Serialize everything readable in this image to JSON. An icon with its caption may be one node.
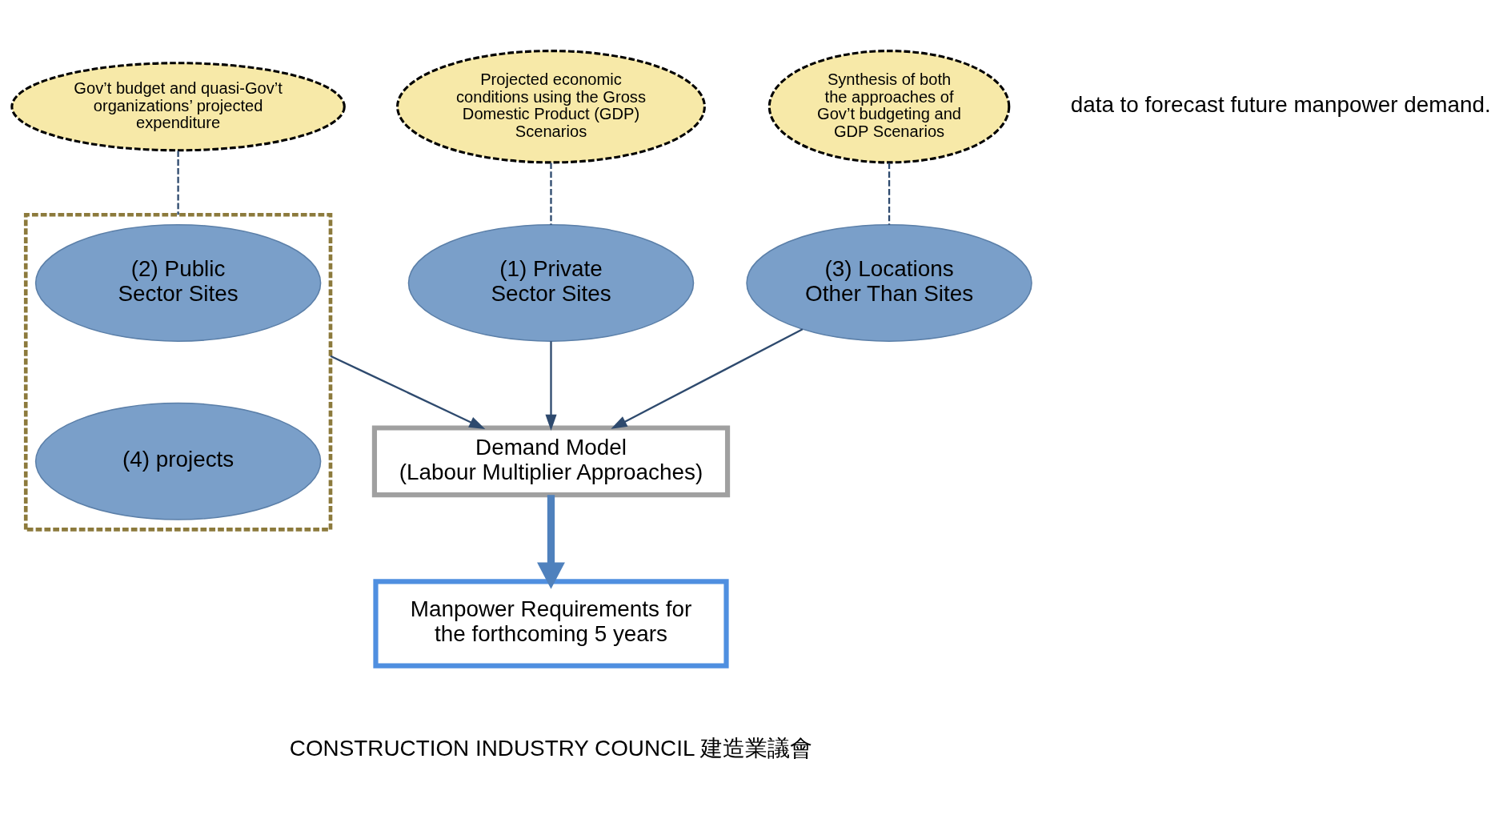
{
  "diagram": {
    "nodes": [
      {
        "text": [
          "Gov’t budget and quasi-Gov’t organizations’ projected expenditure"
        ]
      },
      {
        "text": [
          "(1) Private Sector Sites"
        ]
      },
      {
        "text": [
          "Projected economic conditions using the Gross Domestic Product (GDP) Scenarios"
        ]
      },
      {
        "text": [],
        "shape": "box"
      },
      {
        "text": [
          "(2) Public Sector Sites"
        ],
        "in": 3
      },
      {
        "text": [
          "(4) projects"
        ],
        "in": 3
      },
      {
        "text": [
          "Demand Model",
          "(Labour Multiplier Approaches)"
        ]
      },
      {
        "text": [
          "(3) Locations Other Than Sites"
        ]
      },
      {
        "text": [
          "Manpower Requirements for the forthcoming 5 years"
        ]
      },
      {
        "text": [
          "Synthesis of both the approaches of Gov’t budgeting and GDP Scenarios"
        ]
      }
    ],
    "edges": [
      {
        "from": 0,
        "to": 3,
        "arrow": "none",
        "style": "dashed"
      },
      {
        "from": 2,
        "to": 1,
        "arrow": "none",
        "style": "dashed"
      },
      {
        "from": 1,
        "to": 6,
        "arrow": "to"
      },
      {
        "from": 3,
        "to": 6,
        "arrow": "to"
      },
      {
        "from": 7,
        "to": 6,
        "arrow": "to"
      },
      {
        "from": 6,
        "to": 8,
        "arrow": "to",
        "style": "thick",
        "color": "#4f81bd"
      },
      {
        "from": 9,
        "to": 7,
        "arrow": "none",
        "style": "dashed"
      }
    ],
    "labels": [
      "data to forecast future manpower demand.",
      "CONSTRUCTION INDUSTRY COUNCIL 建造業議會"
    ]
  }
}
